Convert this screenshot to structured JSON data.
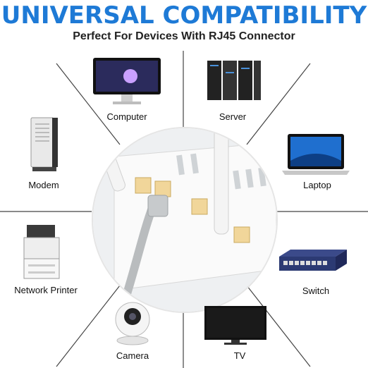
{
  "title": "UNIVERSAL COMPATIBILITY",
  "subtitle": "Perfect For Devices With RJ45 Connector",
  "colors": {
    "title": "#1e7ad6",
    "lines": "#333333",
    "label": "#111111"
  },
  "devices": [
    {
      "label": "Computer",
      "icon": "computer-monitor-icon"
    },
    {
      "label": "Server",
      "icon": "server-rack-icon"
    },
    {
      "label": "Modem",
      "icon": "modem-icon"
    },
    {
      "label": "Laptop",
      "icon": "laptop-icon"
    },
    {
      "label": "Network Printer",
      "icon": "printer-icon"
    },
    {
      "label": "Switch",
      "icon": "network-switch-icon"
    },
    {
      "label": "Camera",
      "icon": "security-camera-icon"
    },
    {
      "label": "TV",
      "icon": "tv-icon"
    }
  ]
}
